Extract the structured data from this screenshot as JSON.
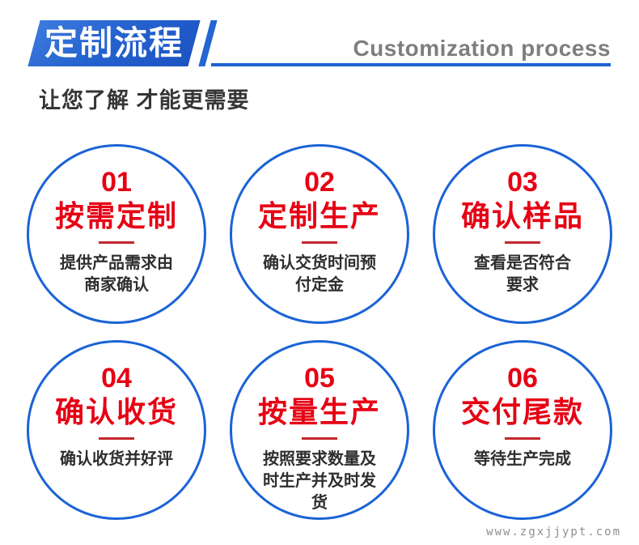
{
  "header": {
    "title": "定制流程",
    "subtitle_en": "Customization process"
  },
  "tagline": "让您了解  才能更需要",
  "steps": [
    {
      "number": "01",
      "title": "按需定制",
      "desc": "提供产品需求由\n商家确认"
    },
    {
      "number": "02",
      "title": "定制生产",
      "desc": "确认交货时间预\n付定金"
    },
    {
      "number": "03",
      "title": "确认样品",
      "desc": "查看是否符合\n要求"
    },
    {
      "number": "04",
      "title": "确认收货",
      "desc": "确认收货并好评"
    },
    {
      "number": "05",
      "title": "按量生产",
      "desc": "按照要求数量及\n时生产并及时发\n货"
    },
    {
      "number": "06",
      "title": "交付尾款",
      "desc": "等待生产完成"
    }
  ],
  "watermark": "www.zgxjjypt.com",
  "colors": {
    "accent_blue": "#1b63d6",
    "banner_blue_light": "#3d7bde",
    "banner_blue_dark": "#1c53c2",
    "accent_red": "#e60014",
    "rule_red": "#c2272d",
    "text_dark": "#2e2e2e",
    "text_gray": "#7e7e7e"
  }
}
